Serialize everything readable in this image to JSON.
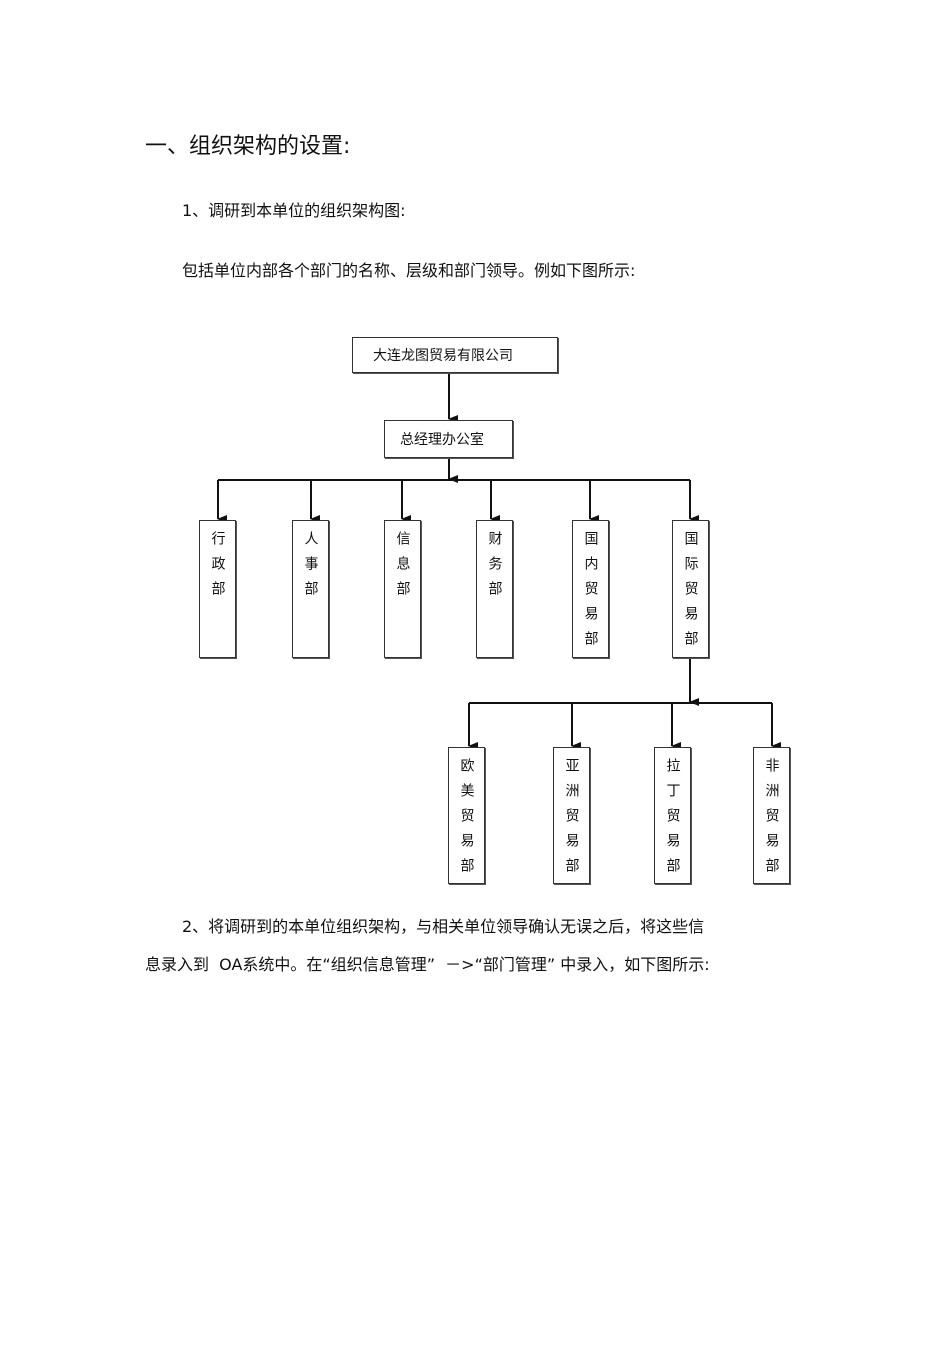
{
  "heading": "一、组织架构的设置:",
  "step1": "1、调研到本单位的组织架构图:",
  "step1_desc": "包括单位内部各个部门的名称、层级和部门领导。例如下图所示:",
  "org_chart": {
    "root": "大连龙图贸易有限公司",
    "office": "总经理办公室",
    "departments": [
      "行政部",
      "人事部",
      "信息部",
      "财务部",
      "国内贸易部",
      "国际贸易部"
    ],
    "sub_departments": [
      "欧美贸易部",
      "亚洲贸易部",
      "拉丁贸易部",
      "非洲贸易部"
    ]
  },
  "step2_line1": "2、将调研到的本单位组织架构，与相关单位领导确认无误之后，将这些信",
  "step2_line2": "息录入到  OA系统中。在“组织信息管理”  －>“部门管理” 中录入，如下图所示:"
}
